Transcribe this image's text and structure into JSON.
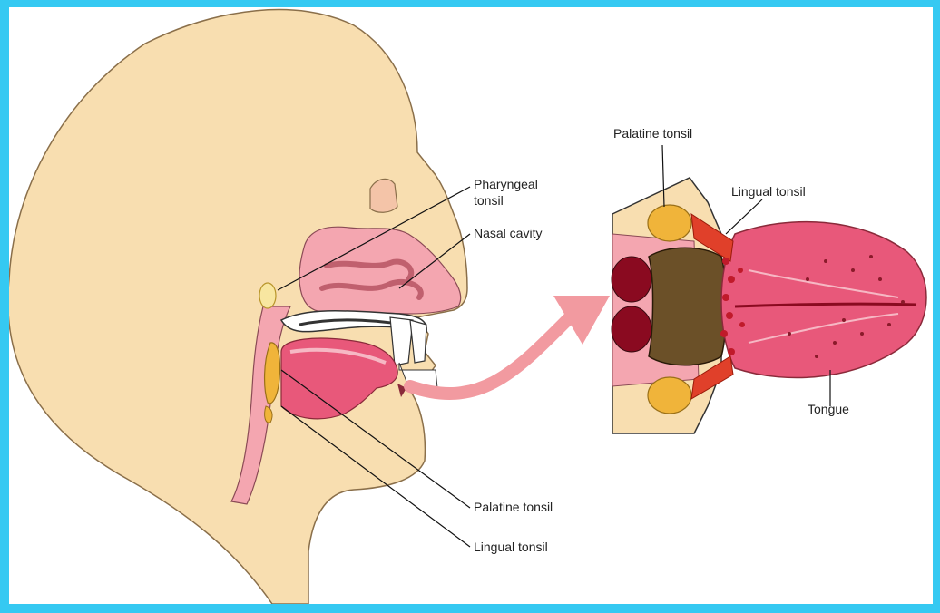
{
  "colors": {
    "frame_border": "#35c9f2",
    "background": "#ffffff",
    "skin": "#f8deb0",
    "pink": "#f4a6b0",
    "tongue": "#e8587a",
    "tonsil": "#f0b43a",
    "arrow": "#f29aa0"
  },
  "head_labels": {
    "pharyngeal_line1": "Pharyngeal",
    "pharyngeal_line2": "tonsil",
    "nasal_cavity": "Nasal cavity",
    "palatine_tonsil": "Palatine tonsil",
    "lingual_tonsil": "Lingual tonsil"
  },
  "detail_labels": {
    "palatine_tonsil": "Palatine tonsil",
    "lingual_tonsil": "Lingual tonsil",
    "tongue": "Tongue"
  }
}
